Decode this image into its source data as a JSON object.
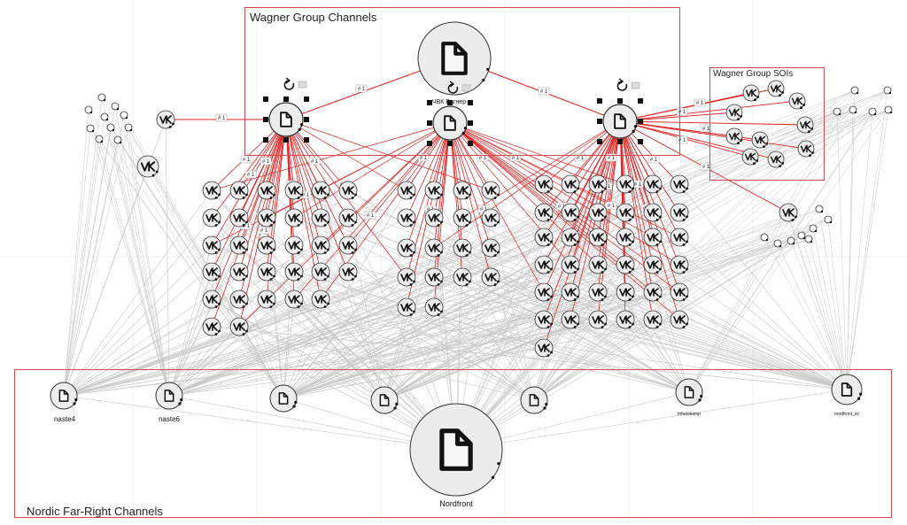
{
  "groups": {
    "wagner_channels": "Wagner Group Channels",
    "wagner_sois": "Wagner Group SOIs",
    "nordic_channels": "Nordic Far-Right Channels"
  },
  "nodes": {
    "chvk": "ЧВК Вагнер",
    "naste4": "naste4",
    "naste6": "naste6",
    "nordfront": "Nordfront",
    "frihetskamp": "frihetskamp",
    "nordfront_sv": "nordfront_sv"
  },
  "edge_tag": "# 1",
  "icons": {
    "document": "document-icon",
    "vk": "vk-icon",
    "refresh": "refresh-icon"
  },
  "colors": {
    "group_border": "#d9484f",
    "highlight_edge": "#e02020",
    "normal_edge": "#c8c8c8",
    "node_fill": "#ececec",
    "node_stroke": "#333333"
  }
}
